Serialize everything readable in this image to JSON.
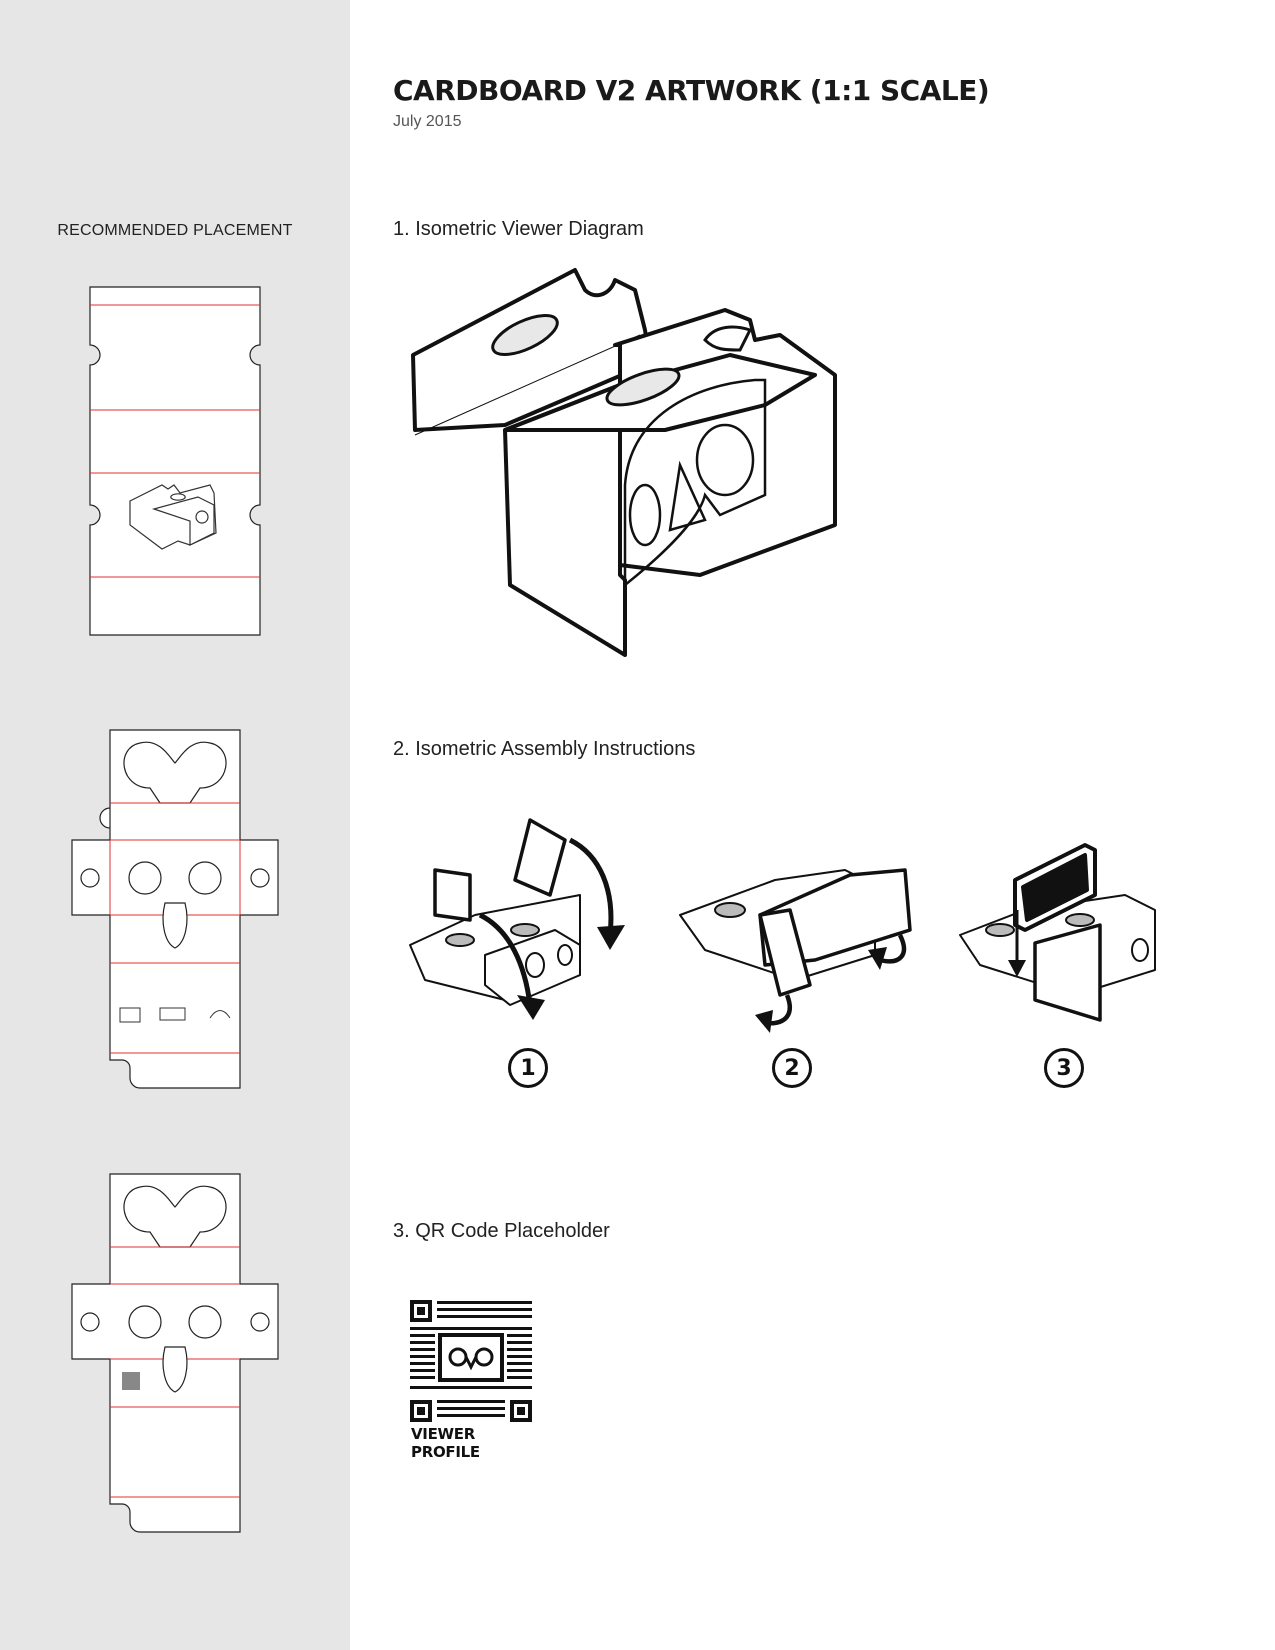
{
  "document": {
    "title": "CARDBOARD V2 ARTWORK (1:1 SCALE)",
    "date": "July 2015"
  },
  "sidebar": {
    "heading": "RECOMMENDED PLACEMENT"
  },
  "sections": {
    "viewer_diagram": "1. Isometric Viewer Diagram",
    "assembly_instructions": "2. Isometric Assembly Instructions",
    "qr_code": "3. QR Code Placeholder"
  },
  "steps": [
    "1",
    "2",
    "3"
  ],
  "qr": {
    "caption": "VIEWER PROFILE"
  },
  "colors": {
    "sidebar_bg": "#e6e6e6",
    "fold_line": "#e03030",
    "outline": "#111111"
  }
}
